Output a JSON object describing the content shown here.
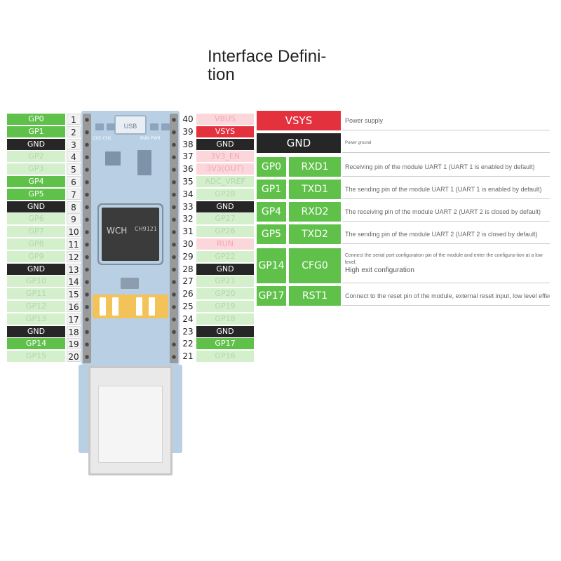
{
  "title": "Interface Defini-\ntion",
  "left_pins": [
    {
      "name": "GP0",
      "num": "1",
      "type": "dgreen"
    },
    {
      "name": "GP1",
      "num": "2",
      "type": "dgreen"
    },
    {
      "name": "GND",
      "num": "3",
      "type": "black"
    },
    {
      "name": "GP2",
      "num": "4",
      "type": "lgreen"
    },
    {
      "name": "GP3",
      "num": "5",
      "type": "lgreen"
    },
    {
      "name": "GP4",
      "num": "6",
      "type": "dgreen"
    },
    {
      "name": "GP5",
      "num": "7",
      "type": "dgreen"
    },
    {
      "name": "GND",
      "num": "8",
      "type": "black"
    },
    {
      "name": "GP6",
      "num": "9",
      "type": "lgreen"
    },
    {
      "name": "GP7",
      "num": "10",
      "type": "lgreen"
    },
    {
      "name": "GP8",
      "num": "11",
      "type": "lgreen"
    },
    {
      "name": "GP9",
      "num": "12",
      "type": "lgreen"
    },
    {
      "name": "GND",
      "num": "13",
      "type": "black"
    },
    {
      "name": "GP10",
      "num": "14",
      "type": "lgreen"
    },
    {
      "name": "GP11",
      "num": "15",
      "type": "lgreen"
    },
    {
      "name": "GP12",
      "num": "16",
      "type": "lgreen"
    },
    {
      "name": "GP13",
      "num": "17",
      "type": "lgreen"
    },
    {
      "name": "GND",
      "num": "18",
      "type": "black"
    },
    {
      "name": "GP14",
      "num": "19",
      "type": "dgreen"
    },
    {
      "name": "GP15",
      "num": "20",
      "type": "lgreen"
    }
  ],
  "right_pins": [
    {
      "name": "VBUS",
      "num": "40",
      "type": "pink"
    },
    {
      "name": "VSYS",
      "num": "39",
      "type": "red"
    },
    {
      "name": "GND",
      "num": "38",
      "type": "black"
    },
    {
      "name": "3V3_EN",
      "num": "37",
      "type": "pink"
    },
    {
      "name": "3V3(OUT)",
      "num": "36",
      "type": "pink"
    },
    {
      "name": "ADC_VREF",
      "num": "35",
      "type": "lgreen"
    },
    {
      "name": "GP28",
      "num": "34",
      "type": "lgreen"
    },
    {
      "name": "GND",
      "num": "33",
      "type": "black"
    },
    {
      "name": "GP27",
      "num": "32",
      "type": "lgreen"
    },
    {
      "name": "GP26",
      "num": "31",
      "type": "lgreen"
    },
    {
      "name": "RUN",
      "num": "30",
      "type": "pink"
    },
    {
      "name": "GP22",
      "num": "29",
      "type": "lgreen"
    },
    {
      "name": "GND",
      "num": "28",
      "type": "black"
    },
    {
      "name": "GP21",
      "num": "27",
      "type": "lgreen"
    },
    {
      "name": "GP20",
      "num": "26",
      "type": "lgreen"
    },
    {
      "name": "GP19",
      "num": "25",
      "type": "lgreen"
    },
    {
      "name": "GP18",
      "num": "24",
      "type": "lgreen"
    },
    {
      "name": "GND",
      "num": "23",
      "type": "black"
    },
    {
      "name": "GP17",
      "num": "22",
      "type": "dgreen"
    },
    {
      "name": "GP16",
      "num": "21",
      "type": "lgreen"
    }
  ],
  "board": {
    "usb_label": "USB",
    "led_labels": "CH2 CH1",
    "run_pwr": "RUN PWR",
    "chip_text": "CH9121",
    "chip_logo": "WCH"
  },
  "functions": [
    {
      "pin": "VSYS",
      "func": "",
      "desc": "Power supply",
      "pin_type": "red",
      "func_type": ""
    },
    {
      "pin": "GND",
      "func": "",
      "desc": "Power ground",
      "pin_type": "black",
      "func_type": ""
    },
    {
      "pin": "GP0",
      "func": "RXD1",
      "desc": "Receiving pin of the module UART 1 (UART 1 is enabled by default)",
      "pin_type": "dgreen",
      "func_type": "dgreen"
    },
    {
      "pin": "GP1",
      "func": "TXD1",
      "desc": "The sending pin of the module UART 1 (UART 1 is enabled by default)",
      "pin_type": "dgreen",
      "func_type": "dgreen"
    },
    {
      "pin": "GP4",
      "func": "RXD2",
      "desc": "The receiving pin of the module UART 2 (UART 2 is closed by default)",
      "pin_type": "dgreen",
      "func_type": "dgreen"
    },
    {
      "pin": "GP5",
      "func": "TXD2",
      "desc": "The sending pin of the module UART 2 (UART 2 is closed by default)",
      "pin_type": "dgreen",
      "func_type": "dgreen"
    },
    {
      "pin": "GP14",
      "func": "CFG0",
      "desc": "Connect the serial port configuration pin of the module and enter the configura-tion at a low level,",
      "sub": "High exit configuration",
      "pin_type": "dgreen",
      "func_type": "dgreen"
    },
    {
      "pin": "GP17",
      "func": "RST1",
      "desc": "Connect to the reset pin of the module, external reset input, low level effective",
      "pin_type": "dgreen",
      "func_type": "dgreen"
    }
  ]
}
